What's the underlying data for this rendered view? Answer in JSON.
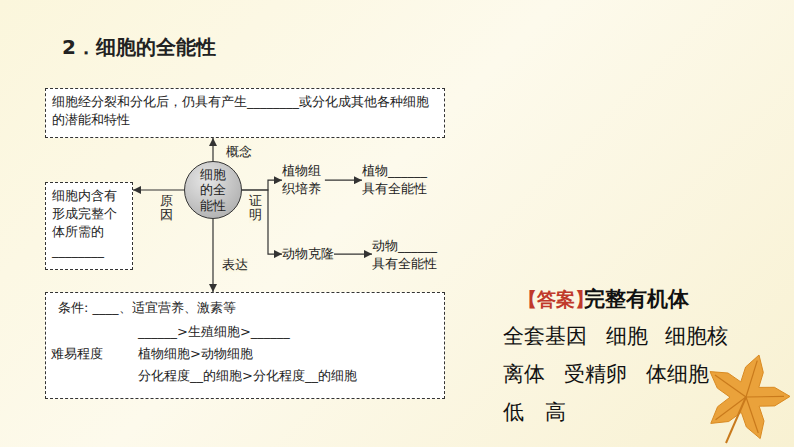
{
  "diagram": {
    "title": "2．细胞的全能性",
    "nodes": [
      {
        "text": [
          "细胞经分裂和分化后，仍具有产生________或分化成其他各种细胞的潜能和特性"
        ]
      },
      {
        "text": [
          "细胞的全能性"
        ]
      },
      {
        "text": [
          "细胞内含有形成完整个体所需的________"
        ]
      },
      {
        "text": [
          "植物组织培养"
        ]
      },
      {
        "text": [
          "植物______具有全能性"
        ]
      },
      {
        "text": [
          "动物克隆"
        ]
      },
      {
        "text": [
          "动物______具有全能性"
        ]
      },
      {
        "text": [
          "条件: ____、适宜营养、激素等",
          "难易程度",
          "______>生殖细胞>______",
          "植物细胞>动物细胞",
          "分化程度__的细胞>分化程度__的细胞"
        ]
      }
    ],
    "edges": [
      {
        "from": 1,
        "to": 0,
        "arrow": "to",
        "label": "概念"
      },
      {
        "from": 1,
        "to": 2,
        "arrow": "to",
        "label": "原因"
      },
      {
        "from": 1,
        "to": 3,
        "arrow": "to",
        "label": "证明"
      },
      {
        "from": 1,
        "to": 5,
        "arrow": "to"
      },
      {
        "from": 3,
        "to": 4,
        "arrow": "to"
      },
      {
        "from": 5,
        "to": 6,
        "arrow": "to"
      },
      {
        "from": 1,
        "to": 7,
        "arrow": "to",
        "label": "表达"
      }
    ],
    "labels": [
      "【答案】",
      "完整有机体",
      "全套基因",
      "细胞",
      "细胞核",
      "离体",
      "受精卵",
      "体细胞",
      "低",
      "高"
    ]
  }
}
